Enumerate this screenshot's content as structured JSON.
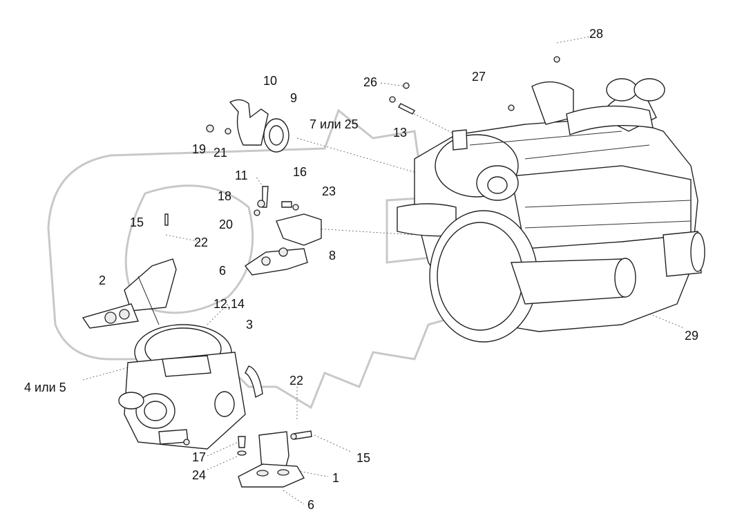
{
  "diagram": {
    "callouts": [
      {
        "id": "c28",
        "text": "28"
      },
      {
        "id": "c27",
        "text": "27"
      },
      {
        "id": "c26",
        "text": "26"
      },
      {
        "id": "c10",
        "text": "10"
      },
      {
        "id": "c9",
        "text": "9"
      },
      {
        "id": "c7_25",
        "text": "7 или 25"
      },
      {
        "id": "c13",
        "text": "13"
      },
      {
        "id": "c19",
        "text": "19"
      },
      {
        "id": "c21",
        "text": "21"
      },
      {
        "id": "c11",
        "text": "11"
      },
      {
        "id": "c16",
        "text": "16"
      },
      {
        "id": "c23",
        "text": "23"
      },
      {
        "id": "c18",
        "text": "18"
      },
      {
        "id": "c15a",
        "text": "15"
      },
      {
        "id": "c20",
        "text": "20"
      },
      {
        "id": "c22a",
        "text": "22"
      },
      {
        "id": "c8",
        "text": "8"
      },
      {
        "id": "c6a",
        "text": "6"
      },
      {
        "id": "c2",
        "text": "2"
      },
      {
        "id": "c12_14",
        "text": "12,14"
      },
      {
        "id": "c3",
        "text": "3"
      },
      {
        "id": "c29",
        "text": "29"
      },
      {
        "id": "c4_5",
        "text": "4 или 5"
      },
      {
        "id": "c22b",
        "text": "22"
      },
      {
        "id": "c15b",
        "text": "15"
      },
      {
        "id": "c17",
        "text": "17"
      },
      {
        "id": "c24",
        "text": "24"
      },
      {
        "id": "c1",
        "text": "1"
      },
      {
        "id": "c6b",
        "text": "6"
      }
    ]
  }
}
